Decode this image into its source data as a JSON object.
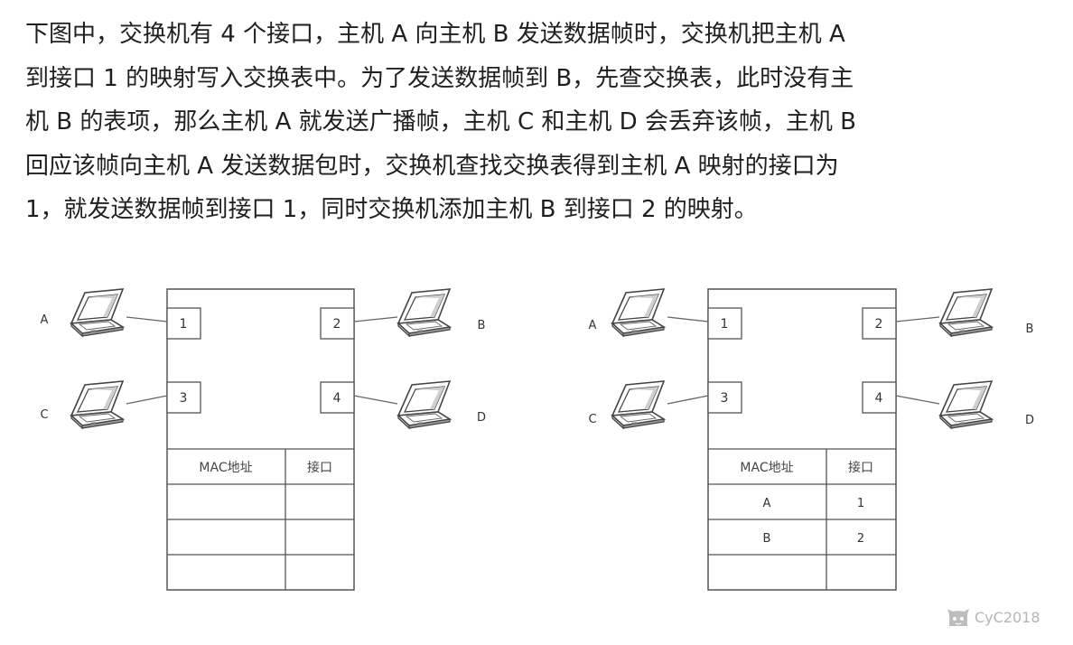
{
  "paragraph": {
    "lines": [
      "下图中，交换机有 4 个接口，主机 A 向主机 B 发送数据帧时，交换机把主机 A",
      "到接口 1 的映射写入交换表中。为了发送数据帧到 B，先查交换表，此时没有主",
      "机 B 的表项，那么主机 A 就发送广播帧，主机 C 和主机 D 会丢弃该帧，主机 B",
      "回应该帧向主机 A 发送数据包时，交换机查找交换表得到主机 A 映射的接口为",
      "1，就发送数据帧到接口 1，同时交换机添加主机 B 到接口 2 的映射。"
    ]
  },
  "diagrams": [
    {
      "hosts": {
        "a": "A",
        "b": "B",
        "c": "C",
        "d": "D"
      },
      "ports": {
        "p1": "1",
        "p2": "2",
        "p3": "3",
        "p4": "4"
      },
      "table": {
        "header_mac": "MAC地址",
        "header_port": "接口",
        "rows": [
          {
            "mac": "",
            "port": ""
          },
          {
            "mac": "",
            "port": ""
          },
          {
            "mac": "",
            "port": ""
          }
        ]
      }
    },
    {
      "hosts": {
        "a": "A",
        "b": "B",
        "c": "C",
        "d": "D"
      },
      "ports": {
        "p1": "1",
        "p2": "2",
        "p3": "3",
        "p4": "4"
      },
      "table": {
        "header_mac": "MAC地址",
        "header_port": "接口",
        "rows": [
          {
            "mac": "A",
            "port": "1"
          },
          {
            "mac": "B",
            "port": "2"
          },
          {
            "mac": "",
            "port": ""
          }
        ]
      }
    }
  ],
  "watermark": {
    "text": "CyC2018",
    "icon": "github-cat-icon"
  }
}
